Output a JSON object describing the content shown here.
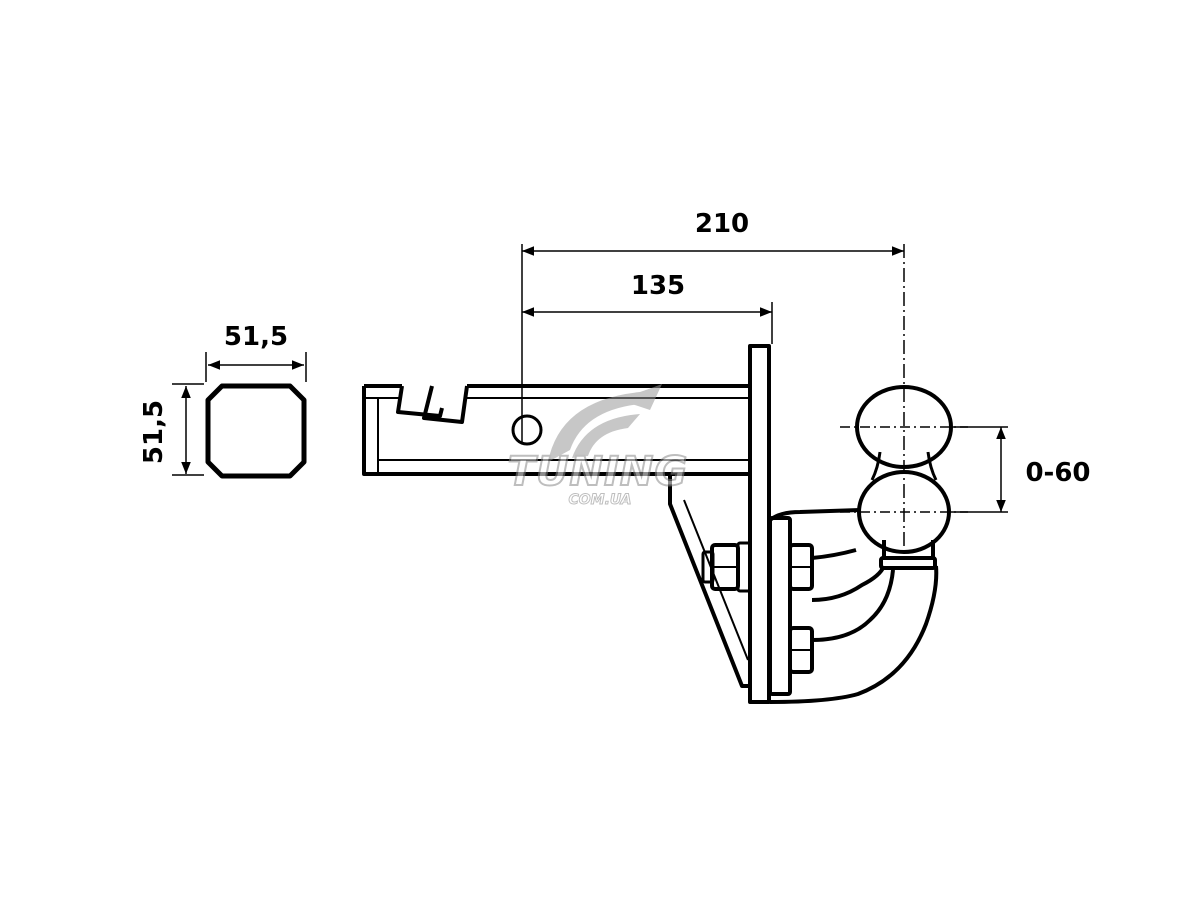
{
  "dimensions": {
    "profile_width": "51,5",
    "profile_height": "51,5",
    "length_to_ball": "210",
    "length_to_plate": "135",
    "ball_height_range": "0-60"
  },
  "watermark": {
    "brand": "TUNING",
    "domain": "COM.UA"
  },
  "colors": {
    "line": "#000000",
    "background": "#ffffff",
    "watermark": "#9a9a9a"
  }
}
